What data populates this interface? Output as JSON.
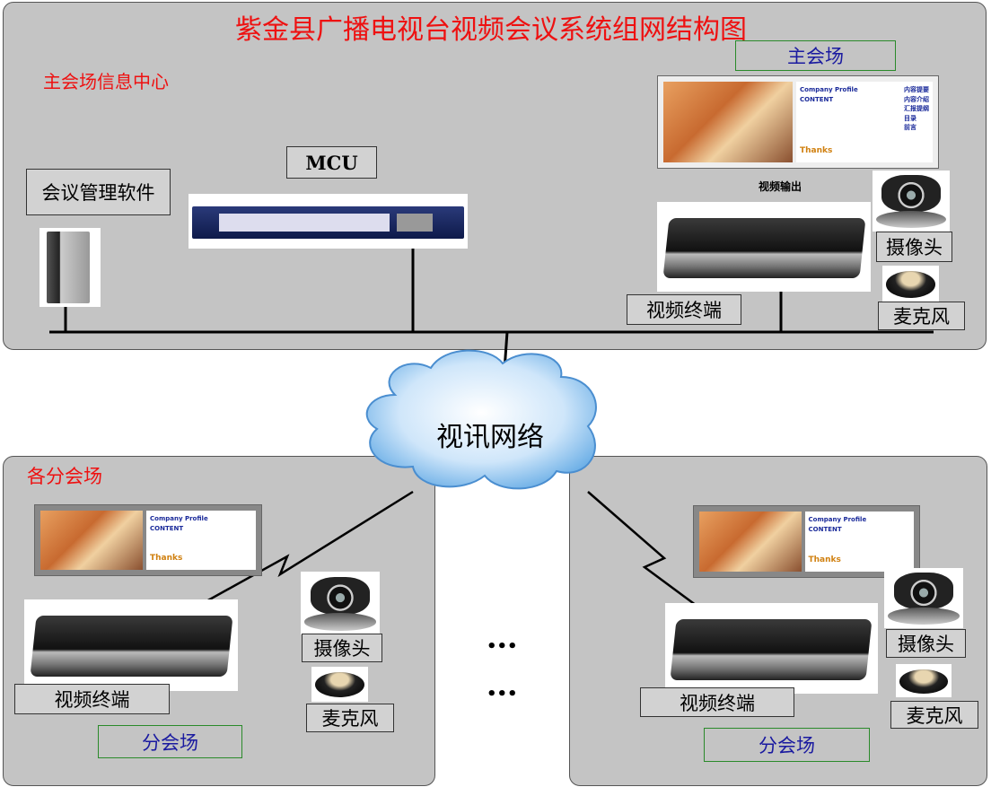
{
  "title": "紫金县广播电视台视频会议系统组网结构图",
  "main_site": {
    "center_label": "主会场信息中心",
    "site_label": "主会场",
    "mcu_label": "MCU",
    "software_label": "会议管理软件",
    "video_output_label": "视频输出",
    "camera_label": "摄像头",
    "terminal_label": "视频终端",
    "mic_label": "麦克风"
  },
  "network_label": "视讯网络",
  "branch": {
    "heading": "各分会场",
    "site_label": "分会场",
    "camera_label": "摄像头",
    "terminal_label": "视频终端",
    "mic_label": "麦克风",
    "ellipsis": "•••"
  },
  "slide": {
    "line1": "Company Profile",
    "line2": "CONTENT",
    "right": [
      "内容提要",
      "内容介绍",
      "汇报提纲",
      "目录",
      "前言"
    ],
    "thanks": "Thanks"
  },
  "colors": {
    "panel": "#c4c4c4",
    "title": "#ee1111",
    "site_text": "#1a1aa0",
    "site_border": "#2a8a2a"
  }
}
